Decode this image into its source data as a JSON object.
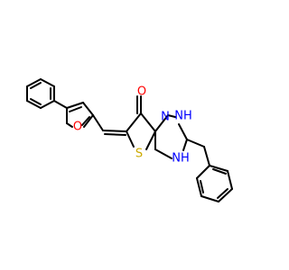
{
  "atoms": {
    "oxygen_carbonyl": {
      "text": "O",
      "color": "#ff0000"
    },
    "oxygen_furan": {
      "text": "O",
      "color": "#ff0000"
    },
    "nitrogen_bridge": {
      "text": "N",
      "color": "#0000ff"
    },
    "nh_upper": {
      "text": "NH",
      "color": "#0000ff"
    },
    "nh_lower": {
      "text": "NH",
      "color": "#0000ff"
    },
    "sulfur": {
      "text": "S",
      "color": "#ccaa00"
    }
  }
}
